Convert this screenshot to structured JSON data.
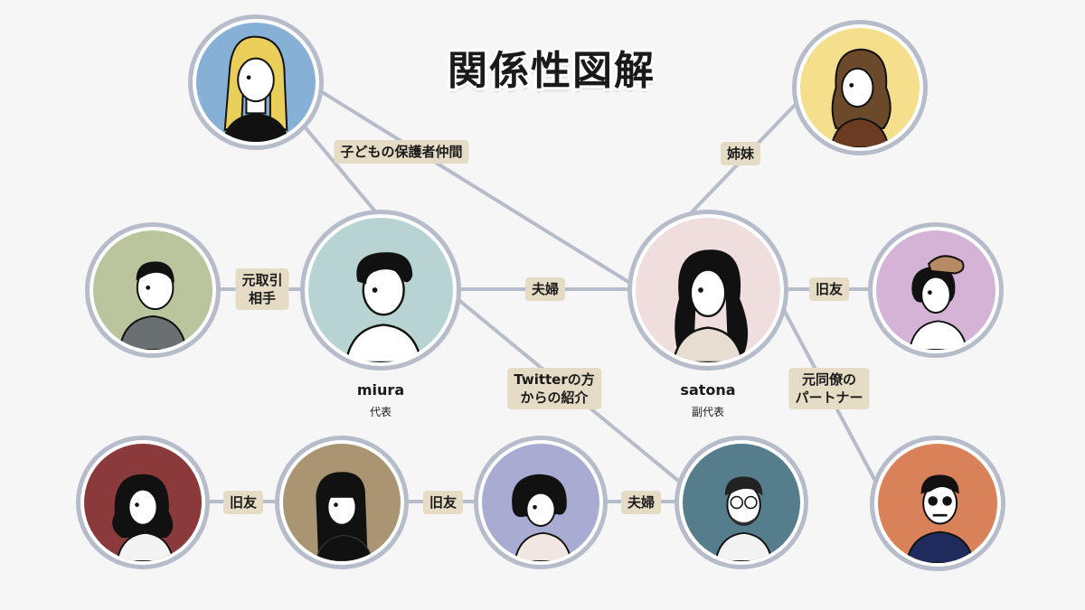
{
  "title": "関係性図解",
  "people": {
    "miura": {
      "name": "miura",
      "role": "代表",
      "bg": "#b8d4d2",
      "hair": "#111111",
      "shirt": "#ffffff"
    },
    "satona": {
      "name": "satona",
      "role": "副代表",
      "bg": "#efdedd",
      "hair": "#111111",
      "shirt": "#e7ddd0"
    },
    "blonde": {
      "bg": "#86b0d6",
      "hair": "#e9cf5a",
      "shirt": "#111111"
    },
    "sister": {
      "bg": "#f6df8c",
      "hair": "#6b4a2c",
      "shirt": "#6b3c22"
    },
    "partner_left": {
      "bg": "#bac59d",
      "hair": "#111111",
      "shirt": "#6a6f72"
    },
    "friend_right": {
      "bg": "#d4b3d6",
      "hair": "#111111",
      "shirt": "#ffffff"
    },
    "red": {
      "bg": "#8a3a3a",
      "hair": "#111111",
      "shirt": "#f3f3f3"
    },
    "beige": {
      "bg": "#a99571",
      "hair": "#111111",
      "shirt": "#111111"
    },
    "lavender": {
      "bg": "#a9acd2",
      "hair": "#111111",
      "shirt": "#f1e6e1"
    },
    "teal": {
      "bg": "#557d8c",
      "hair": "#222222",
      "shirt": "#f3f3f3"
    },
    "orange": {
      "bg": "#d98259",
      "hair": "#111111",
      "shirt": "#1f2b5c"
    }
  },
  "relations": {
    "parents": "子どもの保護者仲間",
    "sisters": "姉妹",
    "ex_trade_l1": "元取引",
    "ex_trade_l2": "相手",
    "couple_main": "夫婦",
    "old_friend_r": "旧友",
    "twitter_l1": "Twitterの方",
    "twitter_l2": "からの紹介",
    "ex_colleague_l1": "元同僚の",
    "ex_colleague_l2": "パートナー",
    "old_friend_b1": "旧友",
    "old_friend_b2": "旧友",
    "couple_bottom": "夫婦"
  },
  "colors": {
    "edge": "#b7bccb",
    "label_bg": "#e6dcc6",
    "ring": "#b7bccb"
  }
}
